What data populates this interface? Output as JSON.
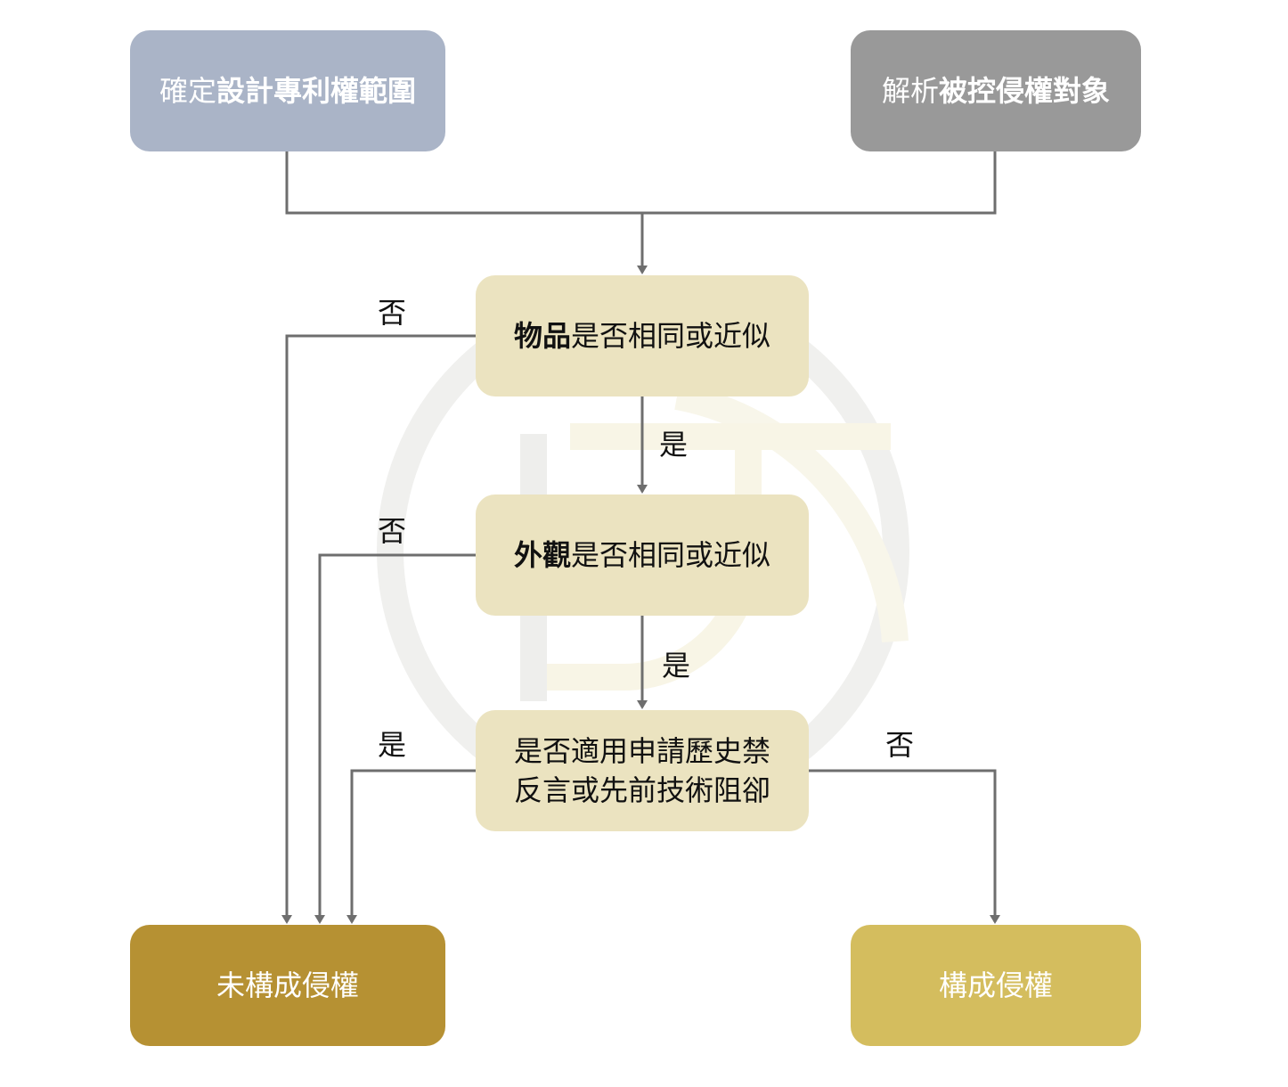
{
  "colors": {
    "start_left": "#aab4c7",
    "start_right": "#999999",
    "question": "#ebe3c0",
    "result_not_infringing": "#b69133",
    "result_infringing": "#d4bd5e",
    "connector": "#6e6e6e"
  },
  "nodes": {
    "scope": {
      "prefix": "確定",
      "bold": "設計專利權範圍"
    },
    "accused": {
      "prefix": "解析",
      "bold": "被控侵權對象"
    },
    "q_article": {
      "bold": "物品",
      "rest": "是否相同或近似"
    },
    "q_appearance": {
      "bold": "外觀",
      "rest": "是否相同或近似"
    },
    "q_estoppel": {
      "line1": "是否適用申請歷史禁",
      "line2": "反言或先前技術阻卻"
    },
    "not_infringing": {
      "label": "未構成侵權"
    },
    "infringing": {
      "label": "構成侵權"
    }
  },
  "edge_labels": {
    "article_no": "否",
    "article_yes": "是",
    "appearance_no": "否",
    "appearance_yes": "是",
    "estoppel_yes": "是",
    "estoppel_no": "否"
  }
}
